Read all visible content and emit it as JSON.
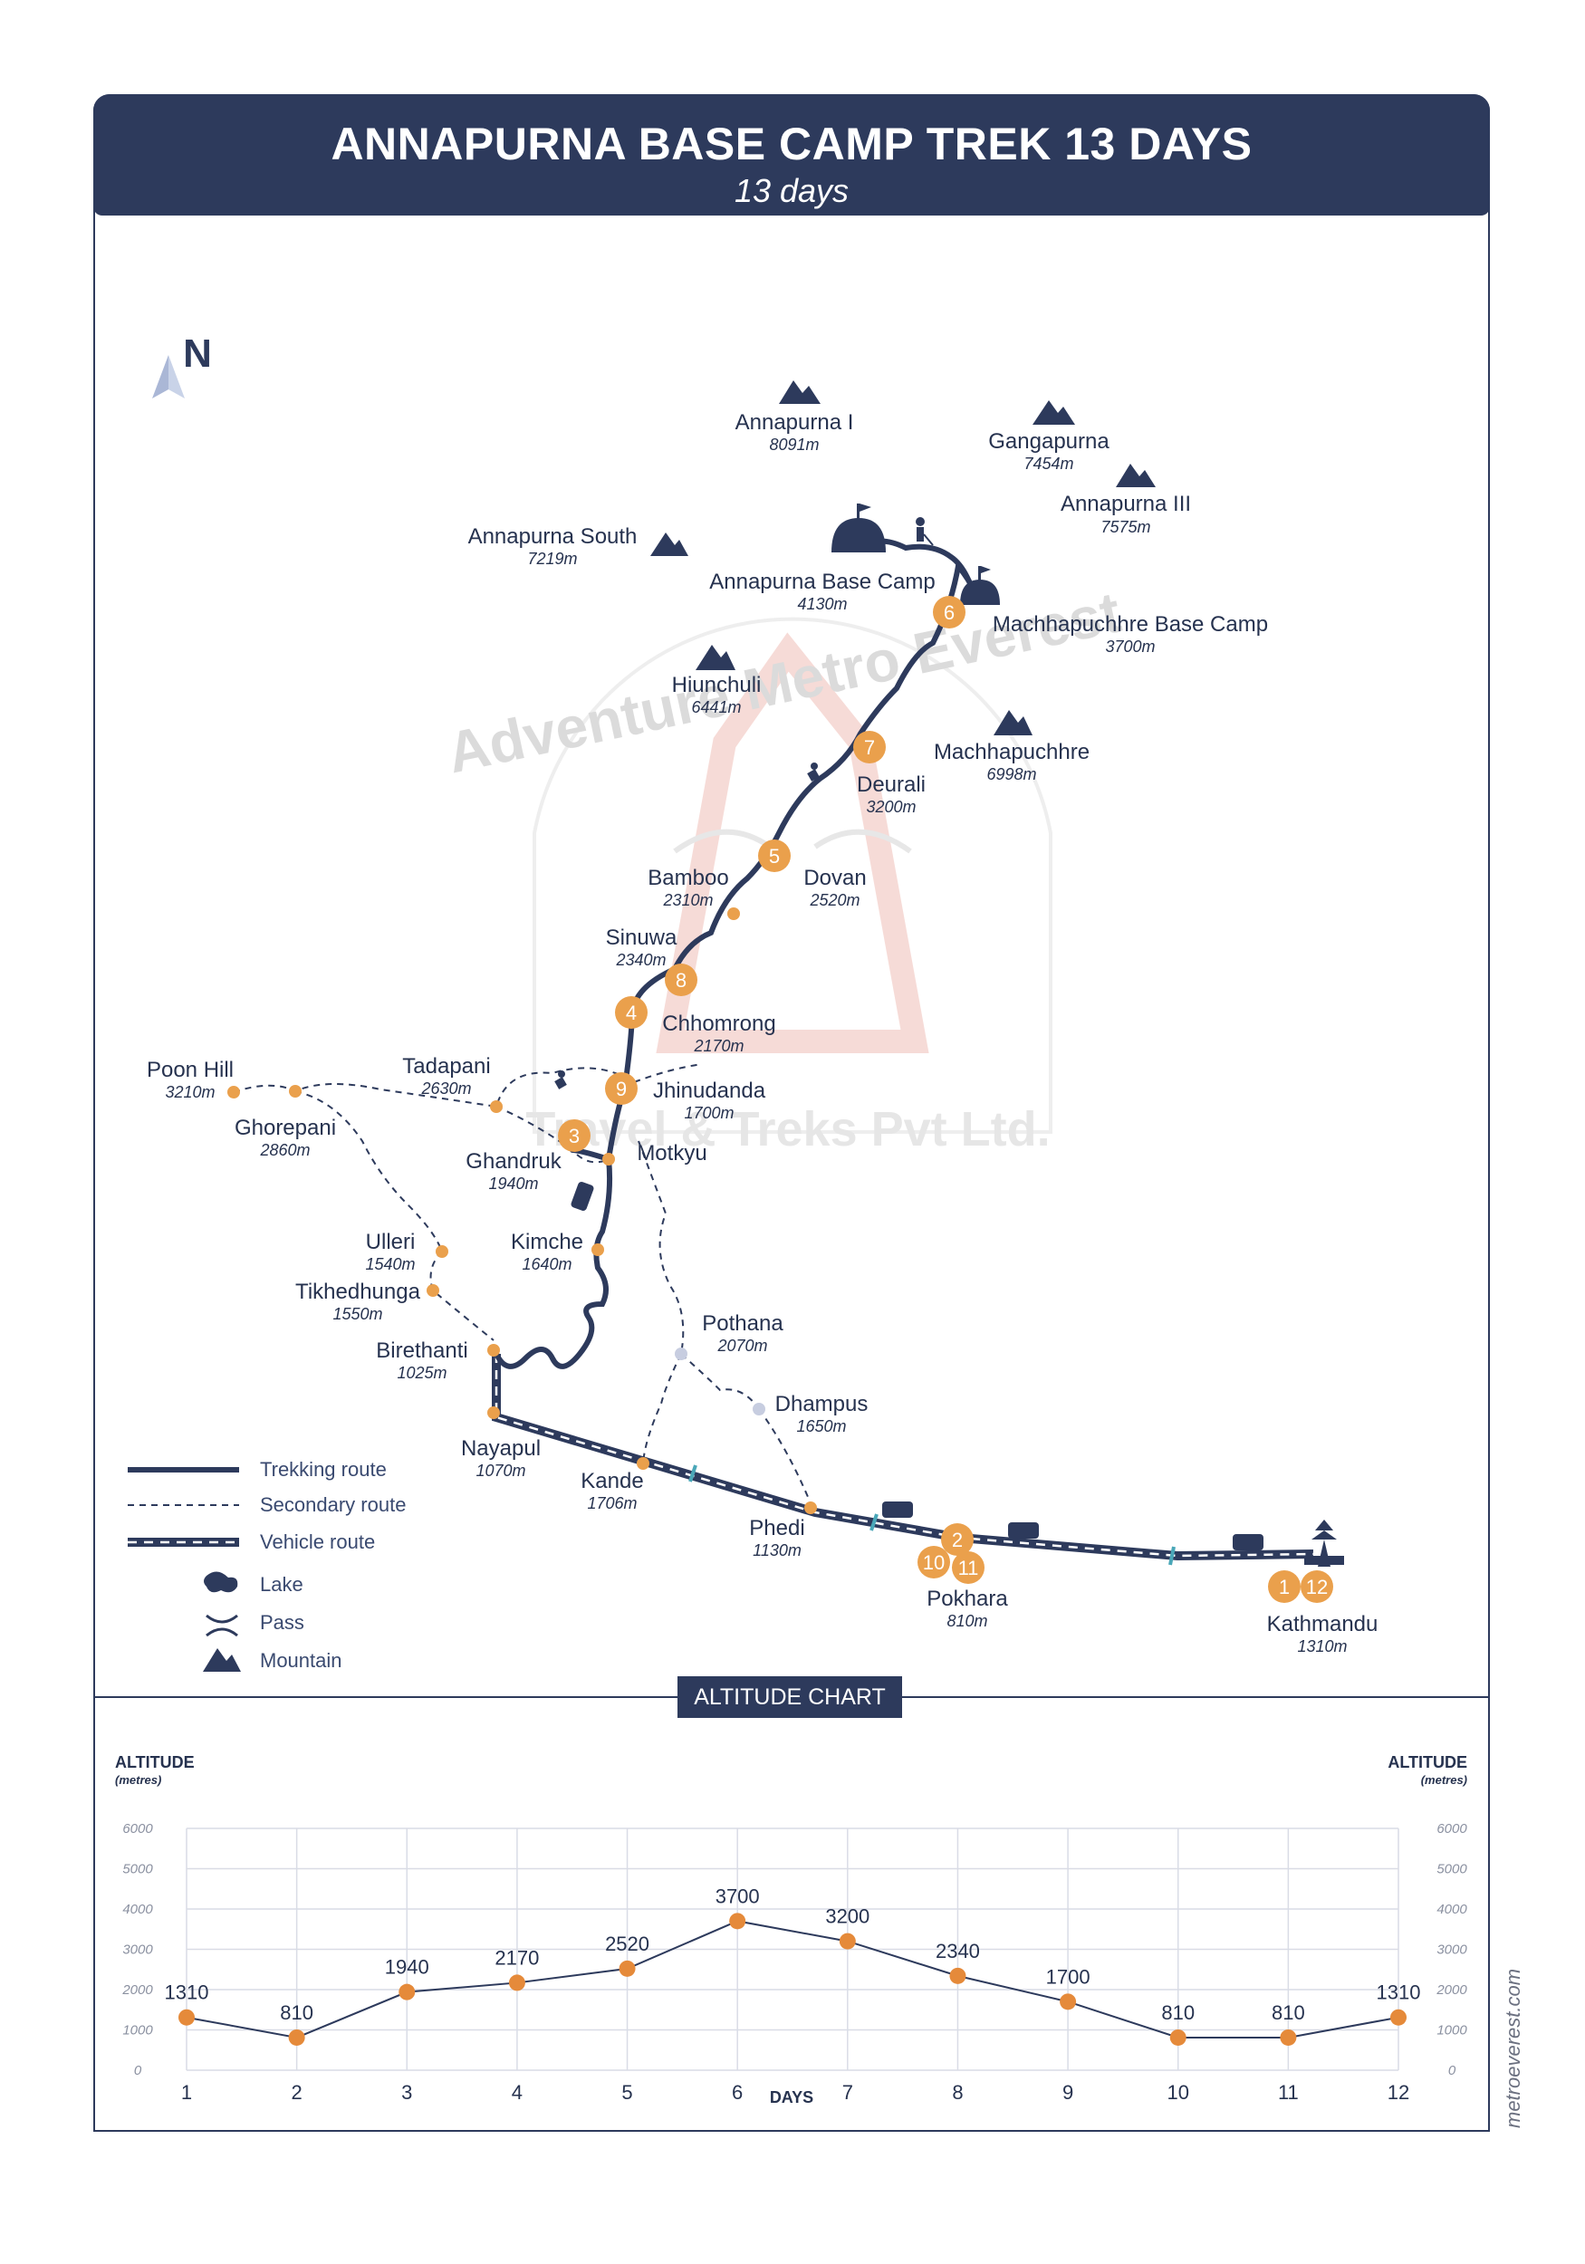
{
  "header": {
    "title": "ANNAPURNA BASE CAMP TREK 13 DAYS",
    "subtitle": "13 days"
  },
  "compass": "N",
  "watermark": {
    "line1": "Adventure Metro Everest",
    "line2": "Travel & Treks Pvt Ltd."
  },
  "mountains": [
    {
      "name": "Annapurna I",
      "alt": "8091m"
    },
    {
      "name": "Gangapurna",
      "alt": "7454m"
    },
    {
      "name": "Annapurna III",
      "alt": "7575m"
    },
    {
      "name": "Annapurna South",
      "alt": "7219m"
    },
    {
      "name": "Hiunchuli",
      "alt": "6441m"
    },
    {
      "name": "Machhapuchhre",
      "alt": "6998m"
    }
  ],
  "places": [
    {
      "name": "Annapurna Base Camp",
      "alt": "4130m"
    },
    {
      "name": "Machhapuchhre Base Camp",
      "alt": "3700m"
    },
    {
      "name": "Deurali",
      "alt": "3200m"
    },
    {
      "name": "Bamboo",
      "alt": "2310m"
    },
    {
      "name": "Dovan",
      "alt": "2520m"
    },
    {
      "name": "Sinuwa",
      "alt": "2340m"
    },
    {
      "name": "Chhomrong",
      "alt": "2170m"
    },
    {
      "name": "Jhinudanda",
      "alt": "1700m"
    },
    {
      "name": "Tadapani",
      "alt": "2630m"
    },
    {
      "name": "Poon Hill",
      "alt": "3210m"
    },
    {
      "name": "Ghorepani",
      "alt": "2860m"
    },
    {
      "name": "Ghandruk",
      "alt": "1940m"
    },
    {
      "name": "Motkyu",
      "alt": ""
    },
    {
      "name": "Kimche",
      "alt": "1640m"
    },
    {
      "name": "Ulleri",
      "alt": "1540m"
    },
    {
      "name": "Tikhedhunga",
      "alt": "1550m"
    },
    {
      "name": "Birethanti",
      "alt": "1025m"
    },
    {
      "name": "Pothana",
      "alt": "2070m"
    },
    {
      "name": "Dhampus",
      "alt": "1650m"
    },
    {
      "name": "Nayapul",
      "alt": "1070m"
    },
    {
      "name": "Kande",
      "alt": "1706m"
    },
    {
      "name": "Phedi",
      "alt": "1130m"
    },
    {
      "name": "Pokhara",
      "alt": "810m"
    },
    {
      "name": "Kathmandu",
      "alt": "1310m"
    }
  ],
  "stops": [
    "1",
    "2",
    "3",
    "4",
    "5",
    "6",
    "7",
    "8",
    "9",
    "10",
    "11",
    "12"
  ],
  "legend": {
    "trekking": "Trekking route",
    "secondary": "Secondary route",
    "vehicle": "Vehicle route",
    "lake": "Lake",
    "pass": "Pass",
    "mountain": "Mountain"
  },
  "colors": {
    "navy": "#2d3a5c",
    "orange": "#eaa04c",
    "chartDot": "#e58a3a"
  },
  "chart_title": "ALTITUDE CHART",
  "side_url": "metroeverest.com",
  "chart_data": {
    "type": "line",
    "title": "ALTITUDE CHART",
    "ylabel_left": "ALTITUDE",
    "ylabel_left_unit": "(metres)",
    "ylabel_right": "ALTITUDE",
    "ylabel_right_unit": "(metres)",
    "xlabel": "DAYS",
    "ylim": [
      0,
      6000
    ],
    "yticks": [
      0,
      1000,
      2000,
      3000,
      4000,
      5000,
      6000
    ],
    "x": [
      1,
      2,
      3,
      4,
      5,
      6,
      7,
      8,
      9,
      10,
      11,
      12
    ],
    "values": [
      1310,
      810,
      1940,
      2170,
      2520,
      3700,
      3200,
      2340,
      1700,
      810,
      810,
      1310
    ],
    "grid": true
  }
}
